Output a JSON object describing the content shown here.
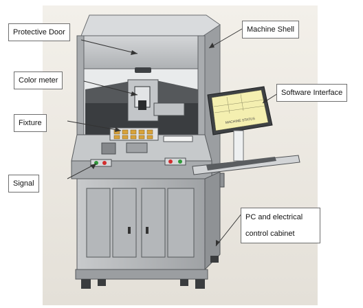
{
  "labels": {
    "protective_door": "Protective Door",
    "machine_shell": "Machine Shell",
    "color_meter": "Color meter",
    "software_interface": "Software Interface",
    "fixture": "Fixture",
    "signal": "Signal",
    "pc_cabinet_line1": "PC and electrical",
    "pc_cabinet_line2": "control cabinet"
  },
  "screen": {
    "status_text": "MACHINE STATUS"
  },
  "colors": {
    "shell": "#b9bcbf",
    "shell_dark": "#8f9295",
    "panel": "#cfd1d3",
    "screen": "#f4efb0",
    "button_red": "#d22d2d",
    "button_green": "#2f9a3a",
    "fixture_gold": "#d8a23a"
  }
}
